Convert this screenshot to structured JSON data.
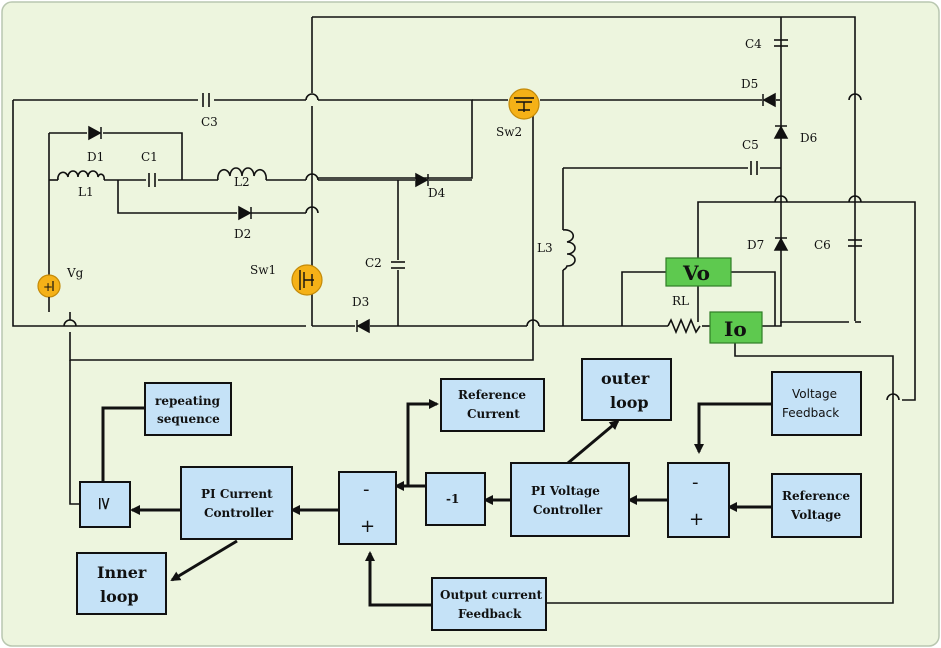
{
  "circuit": {
    "components": {
      "C3": "C3",
      "C4": "C4",
      "C5": "C5",
      "C6": "C6",
      "C1": "C1",
      "C2": "C2",
      "D1": "D1",
      "D2": "D2",
      "D3": "D3",
      "D4": "D4",
      "D5": "D5",
      "D6": "D6",
      "D7": "D7",
      "L1": "L1",
      "L2": "L2",
      "L3": "L3",
      "Sw1": "Sw1",
      "Sw2": "Sw2",
      "Vg": "Vg",
      "RL": "RL"
    },
    "meters": {
      "vo": "Vo",
      "io": "Io"
    }
  },
  "control": {
    "repeating_sequence": [
      "repeating",
      "sequence"
    ],
    "reference_current": [
      "Reference",
      "Current"
    ],
    "outer_loop": [
      "outer",
      "loop"
    ],
    "voltage_feedback": [
      "Voltage",
      "Feedback"
    ],
    "comparator": "≥",
    "pi_current": [
      "PI Current",
      "Controller"
    ],
    "sum1": {
      "minus": "-",
      "plus": "+"
    },
    "neg1": "-1",
    "pi_voltage": [
      "PI Voltage",
      "Controller"
    ],
    "sum2": {
      "minus": "-",
      "plus": "+"
    },
    "reference_voltage": [
      "Reference",
      "Voltage"
    ],
    "inner_loop": [
      "Inner",
      "loop"
    ],
    "output_current_feedback": [
      "Output current",
      "Feedback"
    ]
  },
  "colors": {
    "panel_bg": "#edf5de",
    "block_fill": "#c5e2f7",
    "meter_fill": "#5ec94f",
    "switch_fill": "#f5b117",
    "wire": "#111111"
  }
}
